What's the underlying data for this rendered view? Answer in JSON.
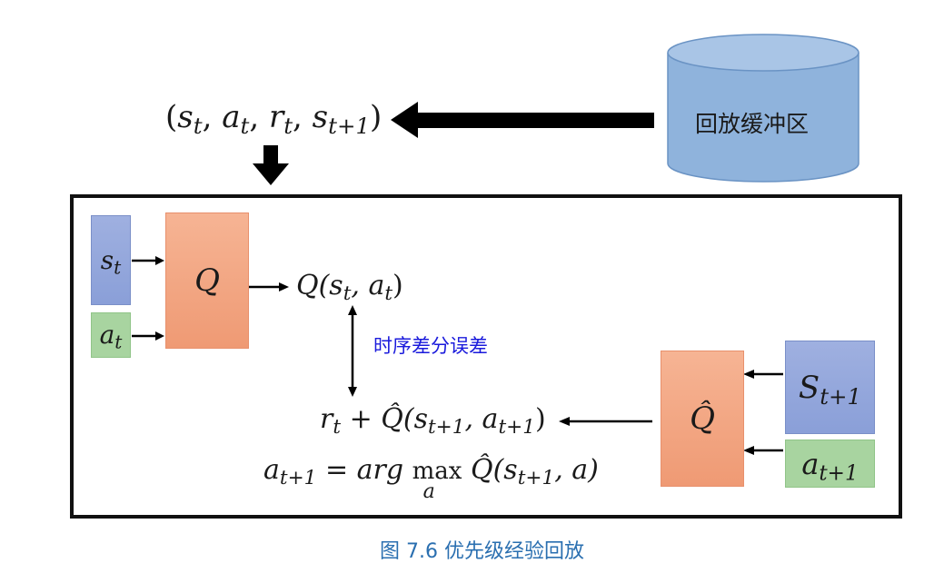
{
  "buffer": {
    "label": "回放缓冲区",
    "color": "#8fb3dc"
  },
  "tuple": {
    "open": "(",
    "s": "s",
    "t": "t",
    "comma": ",",
    "a": "a",
    "r": "r",
    "t1": "t+1",
    "close": ")"
  },
  "q_network": {
    "label": "Q",
    "input_s": "s",
    "input_a": "a",
    "sub_t": "t",
    "output": "Q(s",
    "output_mid": ", a",
    "output_end": ")"
  },
  "td_error": {
    "label": "时序差分误差",
    "color": "#1a1adc"
  },
  "target_network": {
    "label": "Q̂",
    "input_s": "S",
    "input_a": "a",
    "sub": "t+1"
  },
  "target_expr": {
    "r": "r",
    "plus": " + ",
    "qhat": "Q̂",
    "open": "(s",
    "mid": ", a",
    "close": ")"
  },
  "action_expr": {
    "a": "a",
    "eq": " = ",
    "argmax": "arg",
    "max": "max",
    "under": "a",
    "qhat": "Q̂",
    "open": "(s",
    "end": ", a)"
  },
  "caption": {
    "text": "图 7.6 优先级经验回放",
    "color": "#2a6fb0"
  },
  "colors": {
    "q_box": "#f4a582",
    "s_box": "#8a9fd8",
    "a_box": "#a8d4a0",
    "frame": "#111111",
    "arrow": "#000000"
  }
}
